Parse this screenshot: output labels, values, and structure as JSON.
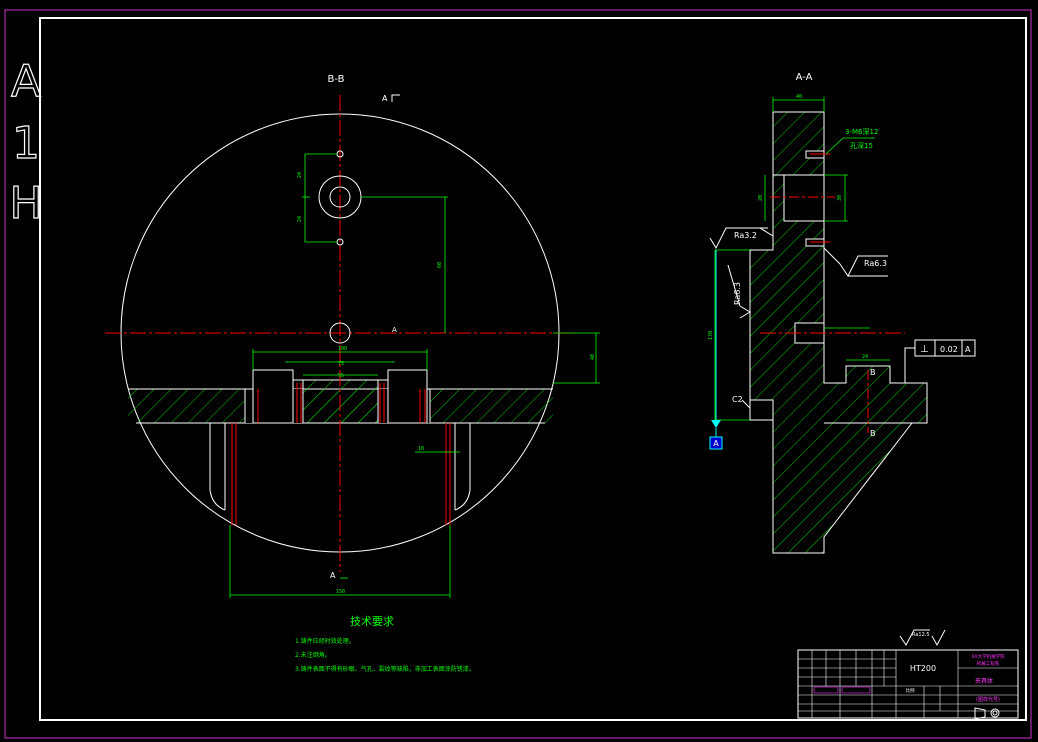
{
  "sheet": {
    "format_label": "A1H",
    "format_chars": [
      "A",
      "1",
      "H"
    ]
  },
  "views": {
    "section_bb": {
      "label": "B-B",
      "cut_mark_top": "A",
      "cut_mark_bottom": "A",
      "center_mark": "A"
    },
    "section_aa": {
      "label": "A-A",
      "cut_mark_b_top": "B",
      "cut_mark_b_bottom": "B"
    }
  },
  "annotations": {
    "thread_note_line1": "3-M6深12",
    "thread_note_line2": "孔深15",
    "roughness_1": "Ra3.2",
    "roughness_2": "Ra6.3",
    "roughness_3": "Ra6.3",
    "tolerance_symbol": "⊥",
    "tolerance_value": "0.02",
    "tolerance_datum": "A",
    "datum_label": "A",
    "chamfer": "C2"
  },
  "technical_requirements": {
    "title": "技术要求",
    "items": [
      "1.铸件应经时效处理。",
      "2.未注倒角。",
      "3.铸件表面不得有砂眼、气孔、裂纹等缺陷，非加工表面涂防锈漆。"
    ]
  },
  "title_block": {
    "material": "HT200",
    "school": "XX大学机械学院",
    "course": "机械工程系",
    "part_name": "夹具体",
    "drawing_no": "(图样代号)",
    "general_roughness": "Ra12.5",
    "scale_label": "比例"
  },
  "colors": {
    "outline": "#ffffff",
    "hatch": "#00ff00",
    "dimension": "#00ff00",
    "centerline": "#ff0000",
    "border_outer": "#cc33cc",
    "datum": "#00ffff",
    "title_text_magenta": "#ff33ff"
  }
}
